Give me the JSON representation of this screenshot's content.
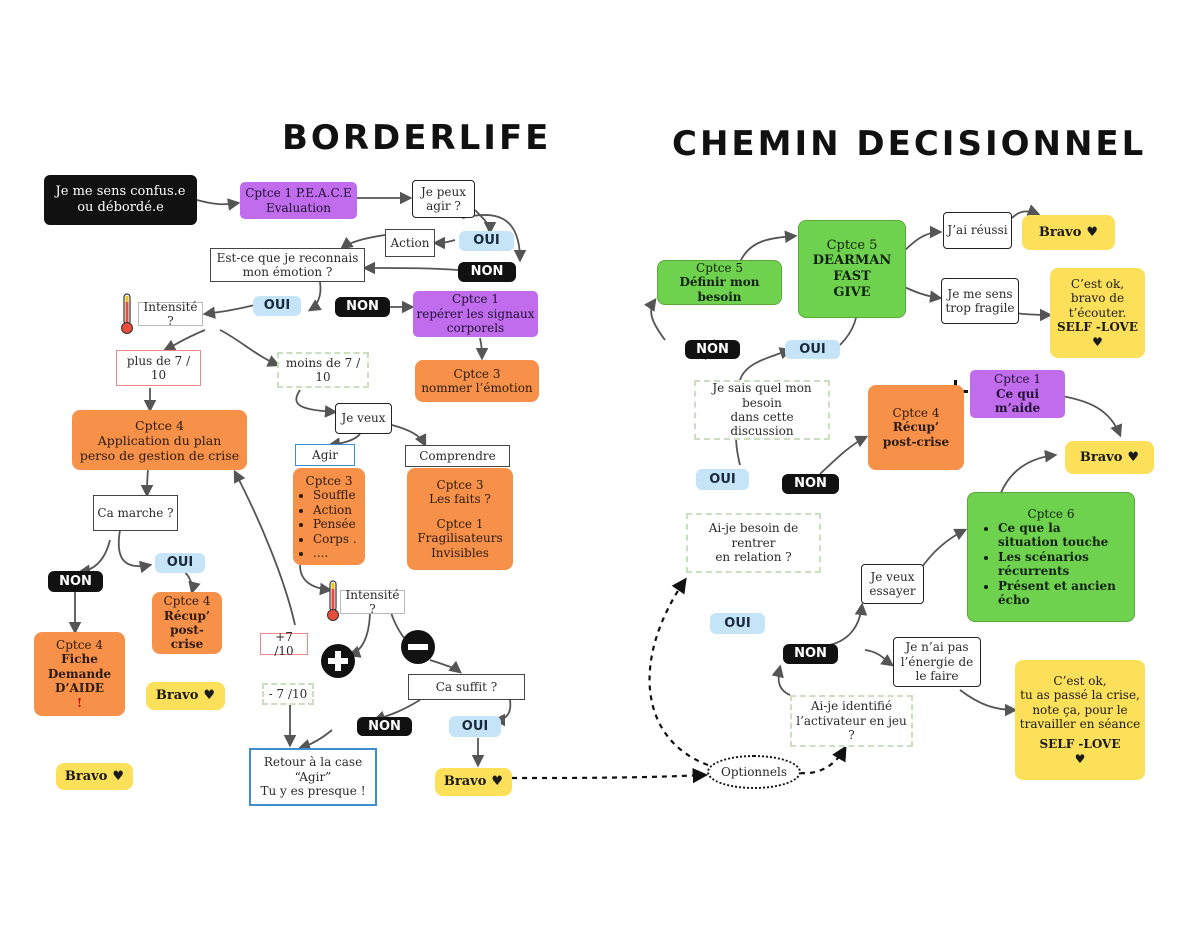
{
  "titles": {
    "left": "BORDERLIFE",
    "right": "CHEMIN DECISIONNEL"
  },
  "left": {
    "start": [
      "Je me sens confus.e",
      "ou débordé.e"
    ],
    "peace": [
      "Cptce 1  P.E.A.C.E",
      "Evaluation"
    ],
    "peux_agir": [
      "Je peux",
      "agir ?"
    ],
    "action": "Action",
    "oui1": "OUI",
    "non1": "NON",
    "reconnais": [
      "Est-ce que je reconnais",
      "mon émotion ?"
    ],
    "intensite1": "Intensité ?",
    "oui2": "OUI",
    "non2": "NON",
    "signaux": [
      "Cptce  1",
      "repérer  les signaux",
      "corporels"
    ],
    "nommer": [
      "Cptce 3",
      "nommer l’émotion"
    ],
    "plus7": "plus de 7 / 10",
    "moins7": "moins de 7 / 10",
    "plan": [
      "Cptce 4",
      "Application du plan",
      "perso de gestion de crise"
    ],
    "je_veux": "Je veux",
    "agir_label": "Agir",
    "comprendre_label": "Comprendre",
    "agir_list_title": "Cptce 3",
    "agir_list": [
      "Souffle",
      "Action",
      "Pensée",
      "Corps .",
      "...."
    ],
    "comprendre_box": [
      "Cptce 3",
      "Les faits ?",
      "",
      "Cptce 1",
      "Fragilisateurs",
      "Invisibles"
    ],
    "marche": "Ca marche ?",
    "oui3": "OUI",
    "non3": "NON",
    "recup1": [
      "Cptce 4",
      "Récup’",
      "post-crise"
    ],
    "fiche": [
      "Cptce 4",
      "Fiche",
      "Demande",
      "D’AIDE",
      "!"
    ],
    "bravo1": "Bravo",
    "bravo2": "Bravo",
    "intensite2": "Intensité ?",
    "plus7b": "+7 /10",
    "moins7b": "-  7 /10",
    "suffit": "Ca suffit ?",
    "non4": "NON",
    "oui4": "OUI",
    "retour": [
      "Retour à la case “Agir”",
      "Tu y es presque !"
    ],
    "bravo3": "Bravo"
  },
  "right": {
    "besoin": [
      "Cptce 5",
      "Définir mon besoin"
    ],
    "dearman": [
      "Cptce 5",
      "DEARMAN",
      "FAST",
      "GIVE"
    ],
    "reussi": "J’ai réussi",
    "bravo_top": "Bravo",
    "fragile": [
      "Je me sens",
      "trop fragile"
    ],
    "selflove1": [
      "C’est ok,",
      "bravo de",
      "t’écouter.",
      "SELF -LOVE"
    ],
    "non1": "NON",
    "oui1": "OUI",
    "sais": [
      "Je sais quel mon besoin",
      "dans cette discussion"
    ],
    "aide": [
      "Cptce 1",
      "Ce qui m’aide"
    ],
    "recup": [
      "Cptce 4",
      "Récup’",
      "post-crise"
    ],
    "non2": "NON",
    "bravo_mid": "Bravo",
    "oui2": "OUI",
    "rentrer": [
      "Ai-je besoin de rentrer",
      "en relation ?"
    ],
    "cptce6_title": "Cptce 6",
    "cptce6_list": [
      "Ce que la situation touche",
      "Les scénarios récurrents",
      "Présent et ancien écho"
    ],
    "essayer": [
      "Je veux",
      "essayer"
    ],
    "oui3": "OUI",
    "non3": "NON",
    "energie": [
      "Je n’ai pas",
      "l’énergie de",
      "le faire"
    ],
    "activateur": [
      "Ai-je identifié",
      "l’activateur en jeu ?"
    ],
    "selflove2": [
      "C’est ok,",
      "tu as passé la  crise,",
      "note ça, pour le",
      "travailler en séance",
      "SELF -LOVE"
    ],
    "optionnels": "Optionnels"
  },
  "colors": {
    "violet": "#c06cec",
    "orange": "#f7914a",
    "green": "#6fd24f",
    "yellow": "#fde05a",
    "blue": "#c5e4f7",
    "black": "#111111"
  },
  "icons": [
    "heart-icon",
    "thermometer-icon",
    "plus-circle-icon",
    "minus-circle-icon",
    "plus-icon"
  ]
}
